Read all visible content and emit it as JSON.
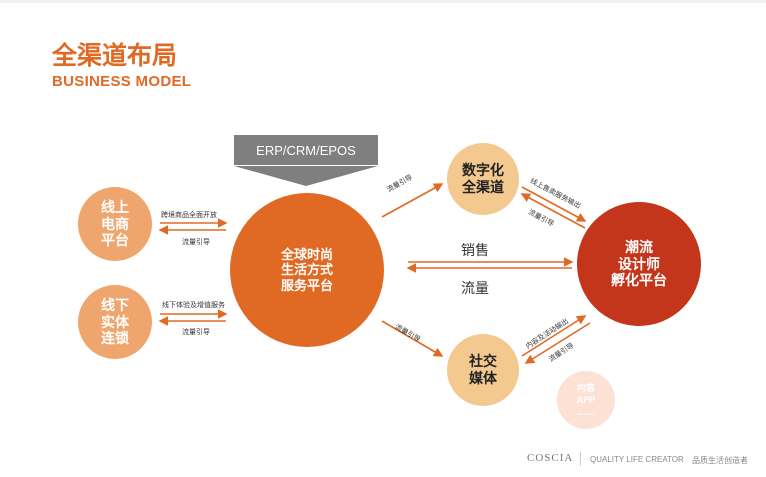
{
  "header": {
    "title_cn": "全渠道布局",
    "title_en": "BUSINESS MODEL"
  },
  "diagram": {
    "erp_box": "ERP/CRM/EPOS",
    "nodes": {
      "online": "线上\n电商\n平台",
      "offline": "线下\n实体\n连锁",
      "center": "全球时尚\n生活方式\n服务平台",
      "digital": "数字化\n全渠道",
      "social": "社交\n媒体",
      "trend": "潮流\n设计师\n孵化平台",
      "app": "内容\nAPP\n……"
    },
    "labels": {
      "online_top": "跨境商品全面开放",
      "online_bottom": "流量引导",
      "offline_top": "线下体验及增值服务",
      "offline_bottom": "流量引导",
      "to_digital": "流量引导",
      "to_social": "流量引导",
      "sales": "销售",
      "traffic": "流量",
      "digital_top": "线上售卖服务输出",
      "digital_bottom": "流量引导",
      "social_top": "内容及活动输出",
      "social_bottom": "流量引导"
    },
    "colors": {
      "accent": "#e06a24",
      "light_orange": "#eea66e",
      "pale_gold": "#f4c98f",
      "deep_red": "#c3361b",
      "gray": "#7f7f7f"
    }
  },
  "footer": {
    "brand": "COSCIA",
    "tagline": "QUALITY LIFE CREATOR",
    "tagline_cn": "品质生活创造者"
  }
}
